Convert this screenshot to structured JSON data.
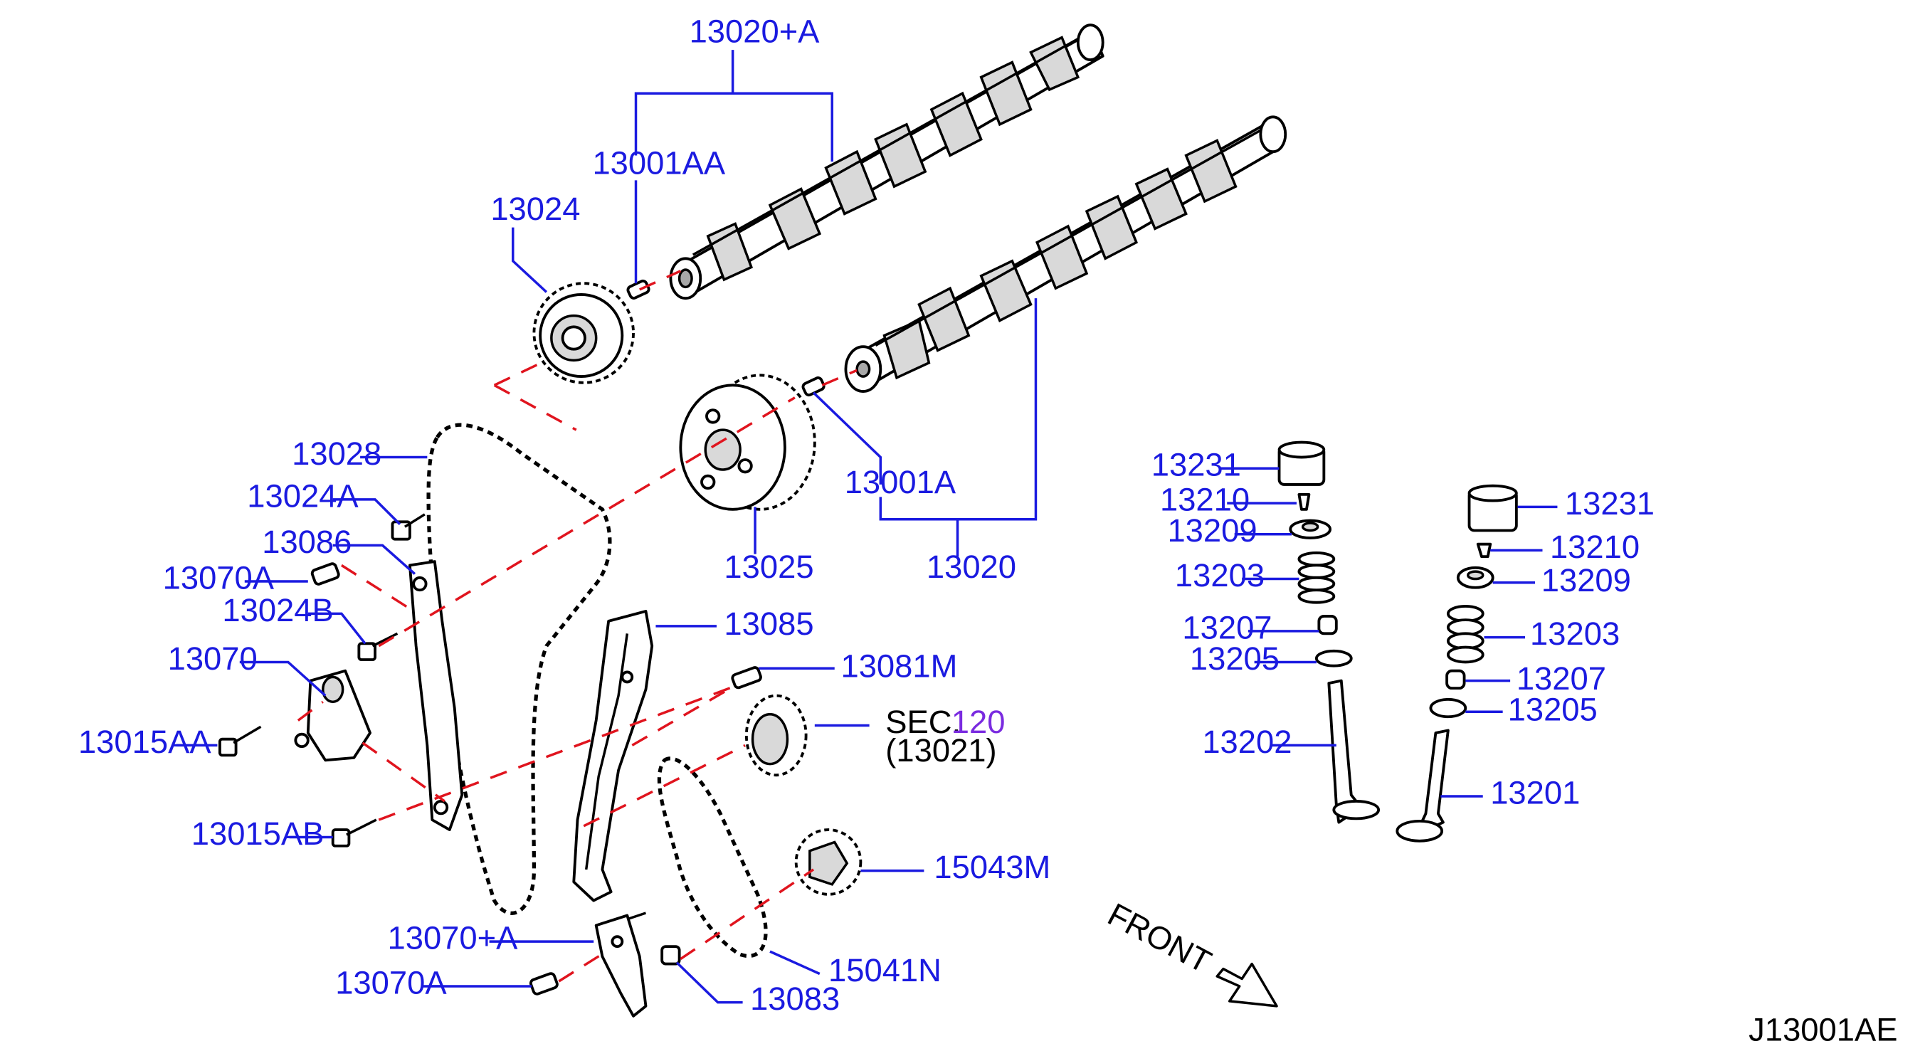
{
  "diagram_code": "J13001AE",
  "front_label": "FRONT",
  "sec_ref": {
    "prefix": "SEC.",
    "number": "120",
    "sub": "(13021)"
  },
  "labels": {
    "p13020A": "13020+A",
    "p13001AA": "13001AA",
    "p13024": "13024",
    "p13028": "13028",
    "p13024A": "13024A",
    "p13086": "13086",
    "p13070A": "13070A",
    "p13024B": "13024B",
    "p13070": "13070",
    "p13015AA": "13015AA",
    "p13015AB": "13015AB",
    "p13070plusA": "13070+A",
    "p13070A_2": "13070A",
    "p13083": "13083",
    "p15041N": "15041N",
    "p15043M": "15043M",
    "p13081M": "13081M",
    "p13085": "13085",
    "p13025": "13025",
    "p13001A": "13001A",
    "p13020": "13020",
    "l13231": "13231",
    "l13210": "13210",
    "l13209": "13209",
    "l13203": "13203",
    "l13207": "13207",
    "l13205": "13205",
    "l13202": "13202",
    "r13231": "13231",
    "r13210": "13210",
    "r13209": "13209",
    "r13203": "13203",
    "r13207": "13207",
    "r13205": "13205",
    "r13201": "13201"
  }
}
